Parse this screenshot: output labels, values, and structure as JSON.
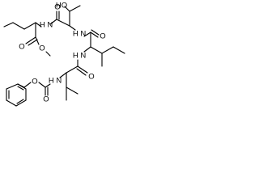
{
  "molecule": {
    "atoms": {
      "o_hydroxyl": "HO",
      "o_ester_carbonyl": "O",
      "o_ester_methoxy": "O",
      "n_amide_1": "H N",
      "o_amide_1": "O",
      "n_amide_2": "H N",
      "o_amide_2": "O",
      "n_amide_3": "H N",
      "o_amide_3": "O",
      "o_carbamate_ether": "O",
      "n_carbamate": "H N",
      "o_carbamate_carbonyl": "O"
    },
    "colors": {
      "bond": "#000000",
      "label": "#000000",
      "background": "#ffffff"
    }
  }
}
